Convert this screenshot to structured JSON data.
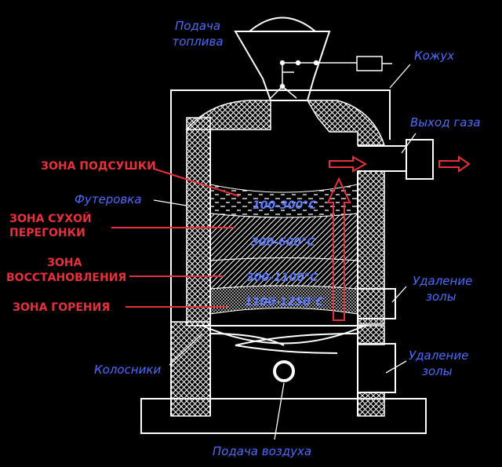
{
  "labels": {
    "fuel_feed_1": "Подача",
    "fuel_feed_2": "топлива",
    "casing": "Кожух",
    "gas_outlet": "Выход газа",
    "drying_zone": "ЗОНА ПОДСУШКИ",
    "lining": "Футеровка",
    "dry_distillation_1": "ЗОНА СУХОЙ",
    "dry_distillation_2": "ПЕРЕГОНКИ",
    "reduction_1": "ЗОНА",
    "reduction_2": "ВОССТАНОВЛЕНИЯ",
    "combustion": "ЗОНА ГОРЕНИЯ",
    "ash_removal_1a": "Удаление",
    "ash_removal_1b": "золы",
    "ash_removal_2a": "Удаление",
    "ash_removal_2b": "золы",
    "grate": "Колосники",
    "air_feed": "Подача воздуха"
  },
  "zones": {
    "drying_temp": "100-300°C",
    "distillation_temp": "300-600°C",
    "reduction_temp": "300-1100°C",
    "combustion_temp": "1100-1250°C"
  },
  "colors": {
    "label_blue": "#4d6bff",
    "label_red": "#e8303a",
    "arrow_red": "#e8303a",
    "line": "#ffffff",
    "background": "#000000"
  }
}
